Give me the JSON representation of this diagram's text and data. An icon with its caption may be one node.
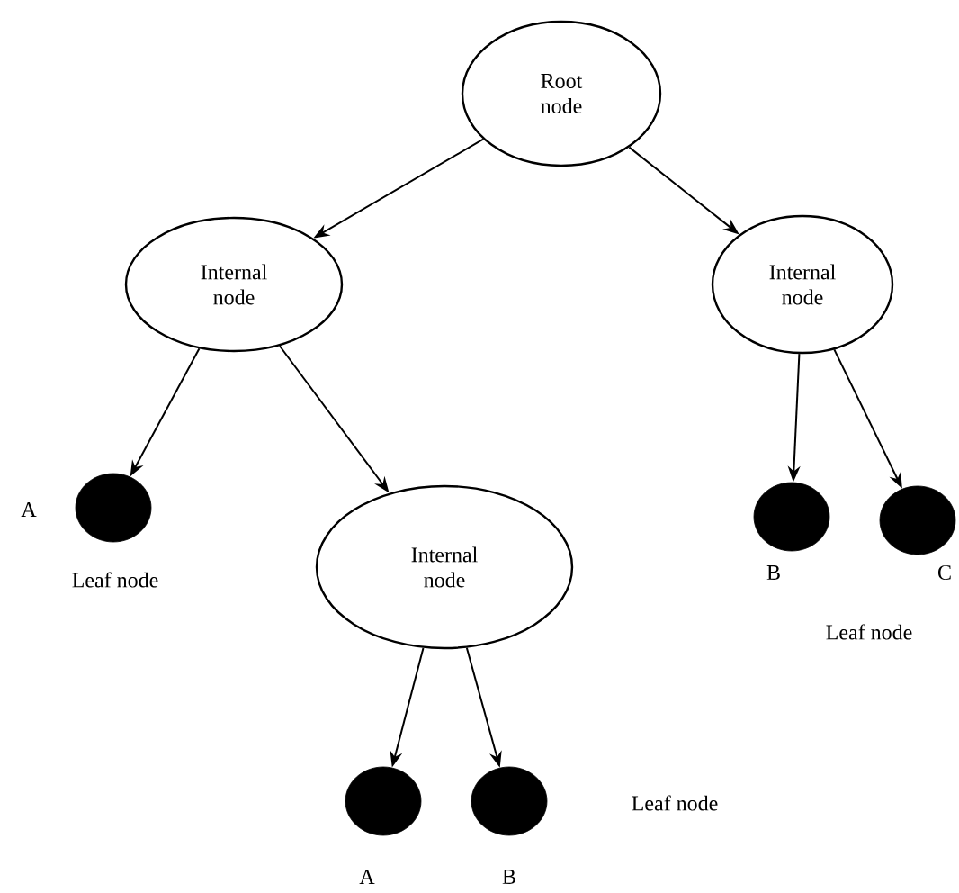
{
  "diagram": {
    "nodes": [
      {
        "text": [
          "Root node"
        ]
      },
      {
        "text": [
          "Internal node"
        ]
      },
      {
        "text": [
          "Internal node"
        ]
      },
      {
        "text": [],
        "shape": "circle",
        "beside": [
          "A"
        ]
      },
      {
        "text": [
          "Internal node"
        ]
      },
      {
        "text": [],
        "shape": "circle",
        "beside": [
          "B"
        ]
      },
      {
        "text": [],
        "shape": "circle",
        "beside": [
          "C"
        ]
      },
      {
        "text": [],
        "shape": "circle",
        "beside": [
          "A"
        ]
      },
      {
        "text": [],
        "shape": "circle",
        "beside": [
          "B"
        ]
      }
    ],
    "edges": [
      {
        "from": 0,
        "to": 1,
        "arrow": "to"
      },
      {
        "from": 0,
        "to": 2,
        "arrow": "to"
      },
      {
        "from": 1,
        "to": 3,
        "arrow": "to"
      },
      {
        "from": 1,
        "to": 4,
        "arrow": "to"
      },
      {
        "from": 2,
        "to": 5,
        "arrow": "to"
      },
      {
        "from": 2,
        "to": 6,
        "arrow": "to"
      },
      {
        "from": 4,
        "to": 7,
        "arrow": "to"
      },
      {
        "from": 4,
        "to": 8,
        "arrow": "to"
      }
    ],
    "labels": [
      "Leaf node",
      "Leaf node",
      "Leaf node"
    ]
  }
}
